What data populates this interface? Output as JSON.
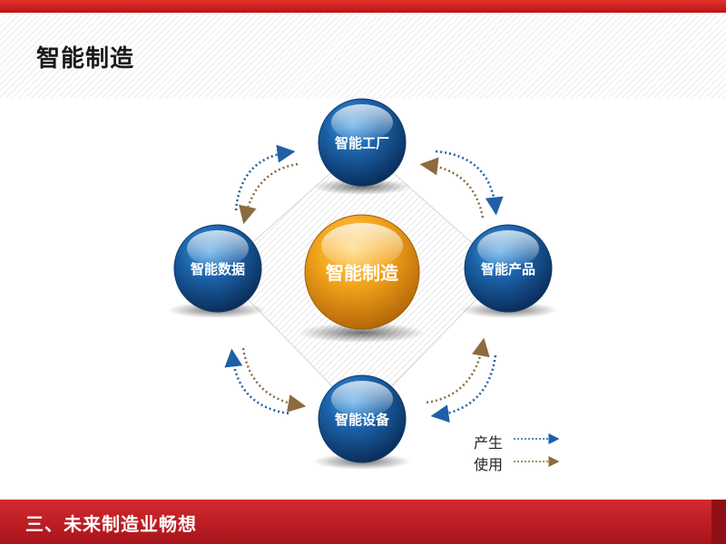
{
  "slide": {
    "title": "智能制造"
  },
  "diagram": {
    "center": {
      "label": "智能制造",
      "color": "#f0a41c"
    },
    "nodes": {
      "top": {
        "label": "智能工厂"
      },
      "right": {
        "label": "智能产品"
      },
      "bottom": {
        "label": "智能设备"
      },
      "left": {
        "label": "智能数据"
      }
    },
    "node_color": "#1d63a6",
    "legend": [
      {
        "label": "产生",
        "color": "#1f5fa8"
      },
      {
        "label": "使用",
        "color": "#8b6b3f"
      }
    ]
  },
  "footer": {
    "text": "三、未来制造业畅想"
  },
  "colors": {
    "accent": "#c8161d"
  }
}
